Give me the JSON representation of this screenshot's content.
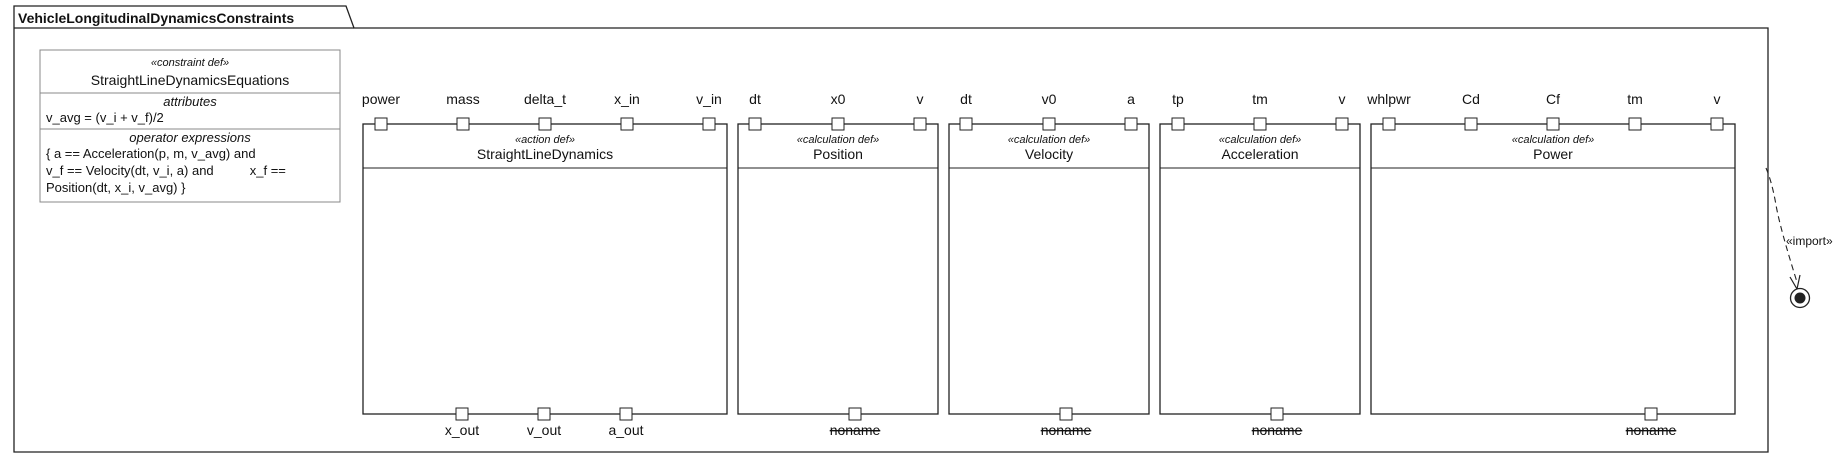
{
  "package": {
    "name": "VehicleLongitudinalDynamicsConstraints"
  },
  "constraint_def": {
    "stereotype": "«constraint def»",
    "name": "StraightLineDynamicsEquations",
    "attributes_header": "attributes",
    "attributes": [
      "v_avg = (v_i + v_f)/2"
    ],
    "operators_header": "operator expressions",
    "operator_lines": [
      "{ a == Acceleration(p, m, v_avg) and",
      "v_f == Velocity(dt, v_i, a) and          x_f ==",
      "Position(dt, x_i, v_avg) }"
    ]
  },
  "blocks": [
    {
      "id": "straight-line-dynamics",
      "stereotype": "«action def»",
      "name": "StraightLineDynamics",
      "top_ports": [
        "power",
        "mass",
        "delta_t",
        "x_in",
        "v_in"
      ],
      "bottom_ports": [
        "x_out",
        "v_out",
        "a_out"
      ]
    },
    {
      "id": "position",
      "stereotype": "«calculation def»",
      "name": "Position",
      "top_ports": [
        "dt",
        "x0",
        "v"
      ],
      "bottom_ports": [
        "noname"
      ]
    },
    {
      "id": "velocity",
      "stereotype": "«calculation def»",
      "name": "Velocity",
      "top_ports": [
        "dt",
        "v0",
        "a"
      ],
      "bottom_ports": [
        "noname"
      ]
    },
    {
      "id": "acceleration",
      "stereotype": "«calculation def»",
      "name": "Acceleration",
      "top_ports": [
        "tp",
        "tm",
        "v"
      ],
      "bottom_ports": [
        "noname"
      ]
    },
    {
      "id": "power",
      "stereotype": "«calculation def»",
      "name": "Power",
      "top_ports": [
        "whlpwr",
        "Cd",
        "Cf",
        "tm",
        "v"
      ],
      "bottom_ports": [
        "noname"
      ]
    }
  ],
  "import": {
    "label": "«import»"
  }
}
